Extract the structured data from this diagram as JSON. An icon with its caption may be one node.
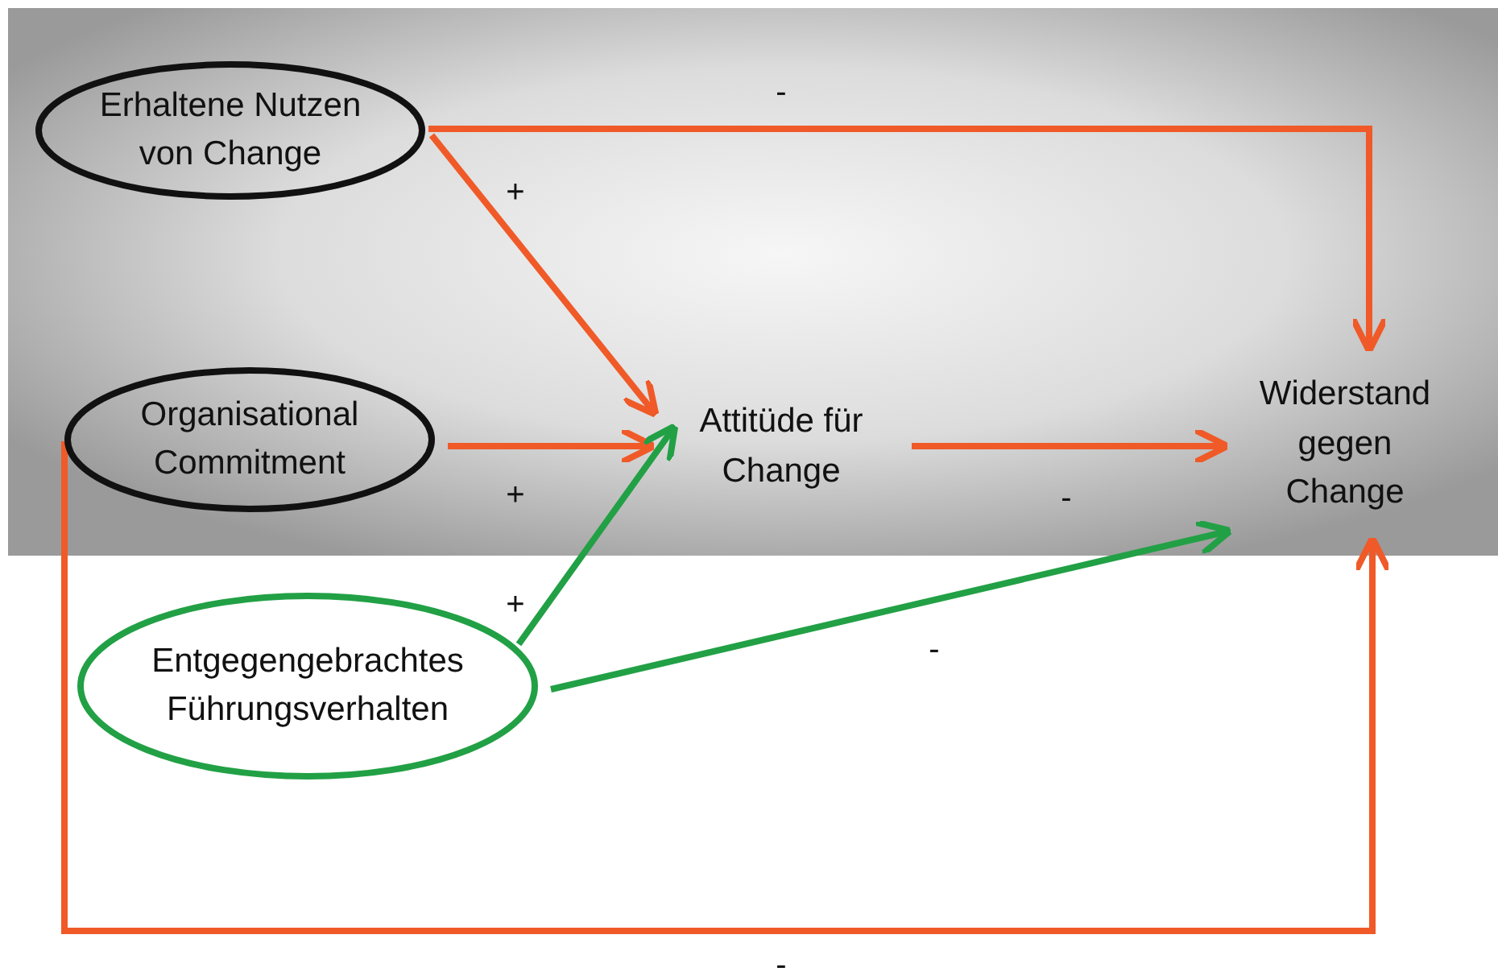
{
  "diagram": {
    "nodes": [
      {
        "text": [
          "Erhaltene Nutzen von Change"
        ]
      },
      {
        "text": [
          "Organisational Commitment"
        ]
      },
      {
        "text": [
          "Entgegengebrachtes Führungsverhalten"
        ]
      },
      {
        "text": [
          "Attitüde für Change"
        ]
      },
      {
        "text": [
          "Widerstand gegen Change"
        ]
      }
    ],
    "edges": [
      {
        "from": 0,
        "to": 4,
        "arrow": "to",
        "label": "-"
      },
      {
        "from": 0,
        "to": 3,
        "arrow": "to",
        "label": "+"
      },
      {
        "from": 1,
        "to": 3,
        "arrow": "to",
        "label": "+"
      },
      {
        "from": 3,
        "to": 4,
        "arrow": "to",
        "label": "-"
      },
      {
        "from": 2,
        "to": 3,
        "arrow": "to",
        "label": "+",
        "color": "#22a045"
      },
      {
        "from": 2,
        "to": 4,
        "arrow": "to",
        "label": "-",
        "color": "#22a045"
      },
      {
        "from": 1,
        "to": 4,
        "arrow": "to",
        "label": "-"
      }
    ]
  }
}
